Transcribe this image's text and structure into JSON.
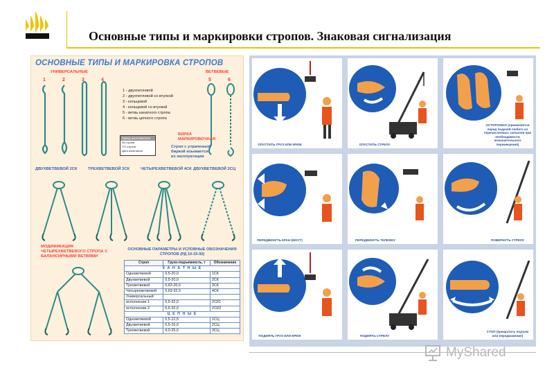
{
  "header": {
    "title": "Основные типы и маркировки стропов. Знаковая сигнализация"
  },
  "poster": {
    "title": "ОСНОВНЫЕ ТИПЫ И МАРКИРОВКА СТРОПОВ",
    "universal_label": "УНИВЕРСАЛЬНЫЕ",
    "branch_label": "ВЕТВЕВЫЕ",
    "legend": "1 - двухпетлевой\n2 - двухпетлевой со втулкой\n3 - кольцевой\n4 - кольцевой со втулкой\n5 - ветвь канатного стропа\n6 - ветвь цепного стропа",
    "tag_label": "БИРКА МАРКИРОВОЧНАЯ",
    "tag_note": "Строп с утраченной биркой изымается из эксплуатации",
    "tag_card": [
      "Завод изготовитель",
      "№ стропа",
      "Г/П стропа",
      "Дата испытания"
    ],
    "types": [
      "ДВУХВЕТВЕВОЙ 2СК",
      "ТРЕХВЕТВЕВОЙ 3СК",
      "ЧЕТЫРЕХВЕТВЕВОЙ 4СК",
      "ДВУХВЕТВЕВОЙ 2СЦ"
    ],
    "modification": "МОДИФИКАЦИЯ ЧЕТЫРЕХВЕТВЕВОГО СТРОПА С БАЛАНСИРНЫМИ ВЕТВЯМИ",
    "table_caption": "ОСНОВНЫЕ ПАРАМЕТРЫ И УСЛОВНЫЕ ОБОЗНАЧЕНИЯ СТРОПОВ (РД 10-33-93)",
    "table_headers": [
      "Строп",
      "Грузо-подъемность, т",
      "Обозначение"
    ],
    "section_rope": "К А Н А Т Н Ы Е",
    "section_chain": "Ц Е П Н Ы Е",
    "rope_rows": [
      [
        "Одноветвевой",
        "0,5-20,0",
        "1СК"
      ],
      [
        "Двухветвевой",
        "0,5-20,0",
        "2СК"
      ],
      [
        "Трехветвевой",
        "0,63-20,0",
        "3СК"
      ],
      [
        "Четырехветвевой",
        "0,63-32,0",
        "4СК"
      ],
      [
        "Универсальный:",
        "",
        ""
      ],
      [
        "исполнение 1",
        "0,5-32,0",
        "УСК1"
      ],
      [
        "исполнение 2",
        "0,5-32,0",
        "УСК2"
      ]
    ],
    "chain_rows": [
      [
        "Одноветвевой",
        "0,5-12,5",
        "1СЦ"
      ],
      [
        "Двухветвевой",
        "0,5-16,0",
        "2СЦ"
      ],
      [
        "Трехветвевой",
        "4,0-25,0",
        "3СЦ"
      ]
    ]
  },
  "signals": [
    {
      "caption": "ОПУСТИТЬ ГРУЗ ИЛИ КРЮК"
    },
    {
      "caption": "ОПУСТИТЬ СТРЕЛУ"
    },
    {
      "caption": "ОСТОРОЖНО (применяется перед подачей любого из перечисленных сигналов при необходимости незначительного перемещения)"
    },
    {
      "caption": "ПЕРЕДВИНУТЬ КРАН (МОСТ)"
    },
    {
      "caption": "ПЕРЕДВИНУТЬ ТЕЛЕЖКУ"
    },
    {
      "caption": "ПОВЕРНУТЬ СТРЕЛУ"
    },
    {
      "caption": "ПОДНЯТЬ ГРУЗ ИЛИ КРЮК"
    },
    {
      "caption": "ПОДНЯТЬ СТРЕЛУ"
    },
    {
      "caption": "СТОП (прекратить подъем или передвижение)"
    }
  ],
  "watermark": {
    "text": "MyShared"
  },
  "colors": {
    "accent": "#f0c000",
    "sign_blue": "#1f5cb5",
    "poster_bg": "#fdf0dc",
    "skin": "#f2a04a"
  }
}
